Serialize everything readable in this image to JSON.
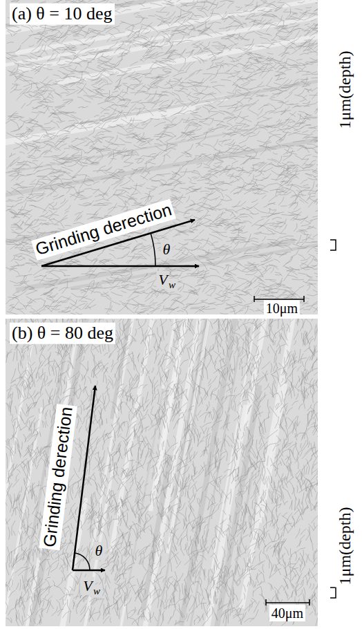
{
  "diagram": {
    "labels": [
      "(a) θ = 10 deg",
      "Grinding derection",
      "θ",
      "V",
      "w",
      "10μm",
      "1μm(depth)",
      "(b) θ = 80 deg",
      "Grinding derection",
      "θ",
      "V",
      "w",
      "40μm",
      "1μm(depth)"
    ]
  }
}
